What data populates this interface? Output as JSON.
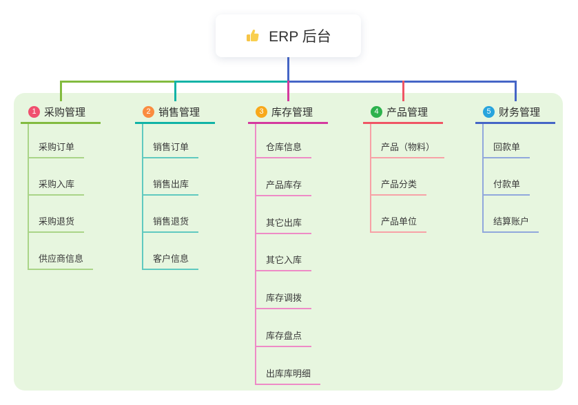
{
  "root": {
    "title": "ERP 后台",
    "icon": "thumbs-up-icon"
  },
  "colors": {
    "background": "#ffffff",
    "panel": "#e7f6df",
    "root_stem": "#4565c6",
    "branch_line_colors": [
      "#82bb3f",
      "#10b3a6",
      "#d43a9f",
      "#ef5564",
      "#4565c6"
    ],
    "branch_child_line_colors": [
      "#a9d487",
      "#5fc9bf",
      "#ee8ac6",
      "#f7a1a6",
      "#90a7dc"
    ],
    "badge_colors": [
      "#f0506e",
      "#fa8c40",
      "#f8a81b",
      "#2db24d",
      "#28a4dd"
    ]
  },
  "branches": [
    {
      "number": "1",
      "label": "采购管理",
      "children": [
        "采购订单",
        "采购入库",
        "采购退货",
        "供应商信息"
      ]
    },
    {
      "number": "2",
      "label": "销售管理",
      "children": [
        "销售订单",
        "销售出库",
        "销售退货",
        "客户信息"
      ]
    },
    {
      "number": "3",
      "label": "库存管理",
      "children": [
        "仓库信息",
        "产品库存",
        "其它出库",
        "其它入库",
        "库存调拨",
        "库存盘点",
        "出库库明细"
      ]
    },
    {
      "number": "4",
      "label": "产品管理",
      "children": [
        "产品（物料）",
        "产品分类",
        "产品单位"
      ]
    },
    {
      "number": "5",
      "label": "财务管理",
      "children": [
        "回款单",
        "付款单",
        "结算账户"
      ]
    }
  ]
}
